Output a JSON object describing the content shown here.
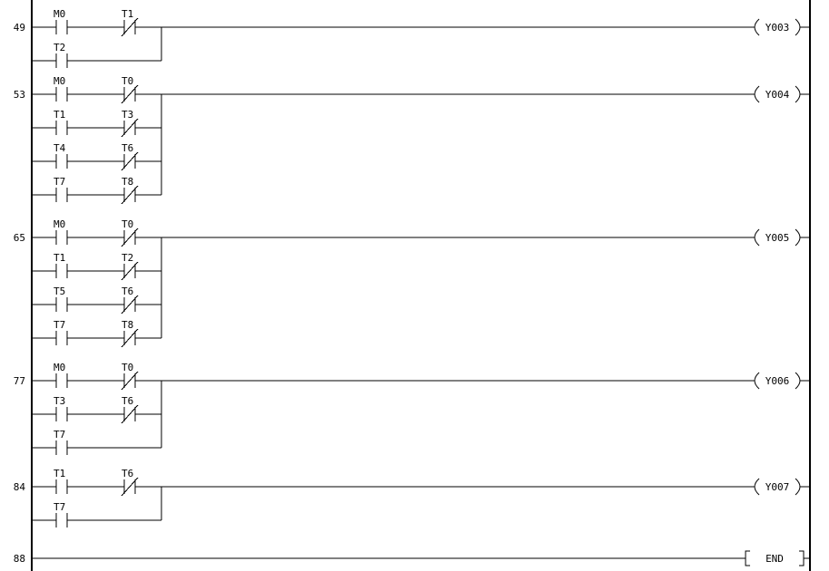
{
  "diagram": {
    "type": "plc-ladder-logic",
    "colors": {
      "line": "#000000",
      "background": "#ffffff",
      "text": "#000000"
    },
    "rungs": [
      {
        "step": "49",
        "output": {
          "kind": "coil",
          "label": "Y003"
        },
        "branches": [
          [
            {
              "label": "M0",
              "type": "NO"
            },
            {
              "label": "T1",
              "type": "NC"
            }
          ],
          [
            {
              "label": "T2",
              "type": "NO"
            }
          ]
        ]
      },
      {
        "step": "53",
        "output": {
          "kind": "coil",
          "label": "Y004"
        },
        "branches": [
          [
            {
              "label": "M0",
              "type": "NO"
            },
            {
              "label": "T0",
              "type": "NC"
            }
          ],
          [
            {
              "label": "T1",
              "type": "NO"
            },
            {
              "label": "T3",
              "type": "NC"
            }
          ],
          [
            {
              "label": "T4",
              "type": "NO"
            },
            {
              "label": "T6",
              "type": "NC"
            }
          ],
          [
            {
              "label": "T7",
              "type": "NO"
            },
            {
              "label": "T8",
              "type": "NC"
            }
          ]
        ]
      },
      {
        "step": "65",
        "output": {
          "kind": "coil",
          "label": "Y005"
        },
        "branches": [
          [
            {
              "label": "M0",
              "type": "NO"
            },
            {
              "label": "T0",
              "type": "NC"
            }
          ],
          [
            {
              "label": "T1",
              "type": "NO"
            },
            {
              "label": "T2",
              "type": "NC"
            }
          ],
          [
            {
              "label": "T5",
              "type": "NO"
            },
            {
              "label": "T6",
              "type": "NC"
            }
          ],
          [
            {
              "label": "T7",
              "type": "NO"
            },
            {
              "label": "T8",
              "type": "NC"
            }
          ]
        ]
      },
      {
        "step": "77",
        "output": {
          "kind": "coil",
          "label": "Y006"
        },
        "branches": [
          [
            {
              "label": "M0",
              "type": "NO"
            },
            {
              "label": "T0",
              "type": "NC"
            }
          ],
          [
            {
              "label": "T3",
              "type": "NO"
            },
            {
              "label": "T6",
              "type": "NC"
            }
          ],
          [
            {
              "label": "T7",
              "type": "NO"
            }
          ]
        ]
      },
      {
        "step": "84",
        "output": {
          "kind": "coil",
          "label": "Y007"
        },
        "branches": [
          [
            {
              "label": "T1",
              "type": "NO"
            },
            {
              "label": "T6",
              "type": "NC"
            }
          ],
          [
            {
              "label": "T7",
              "type": "NO"
            }
          ]
        ]
      },
      {
        "step": "88",
        "output": {
          "kind": "instruction",
          "label": "END"
        },
        "branches": [
          []
        ]
      }
    ]
  }
}
